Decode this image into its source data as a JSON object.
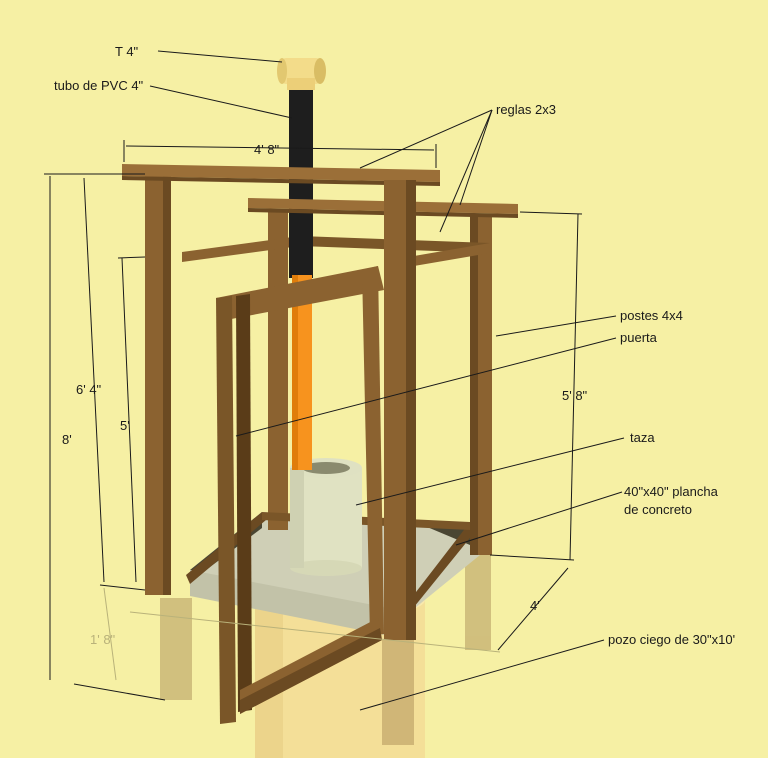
{
  "colors": {
    "background": "#f6f0a4",
    "wood": "#8b6230",
    "wood_dark": "#5a3c18",
    "wood_light": "#a87a42",
    "pvc_black": "#1e1e1e",
    "pvc_orange": "#f7931e",
    "pvc_fitting": "#f3dc8a",
    "concrete": "#cdcdb4",
    "concrete_dark": "#55513a",
    "pit": "#f4df98"
  },
  "labels": {
    "t_fitting": "T 4\"",
    "pvc_pipe": "tubo de PVC 4\"",
    "rails": "reglas 2x3",
    "posts": "postes 4x4",
    "door": "puerta",
    "bowl": "taza",
    "slab_line1": "40\"x40\" plancha",
    "slab_line2": "de concreto",
    "pit": "pozo ciego de 30\"x10'"
  },
  "dimensions": {
    "top_width": "4' 8\"",
    "total_height": "8'",
    "post_height": "6' 4\"",
    "door_height": "5'",
    "rear_height": "5' 8\"",
    "base_depth": "4'",
    "buried_depth": "1' 8\""
  }
}
